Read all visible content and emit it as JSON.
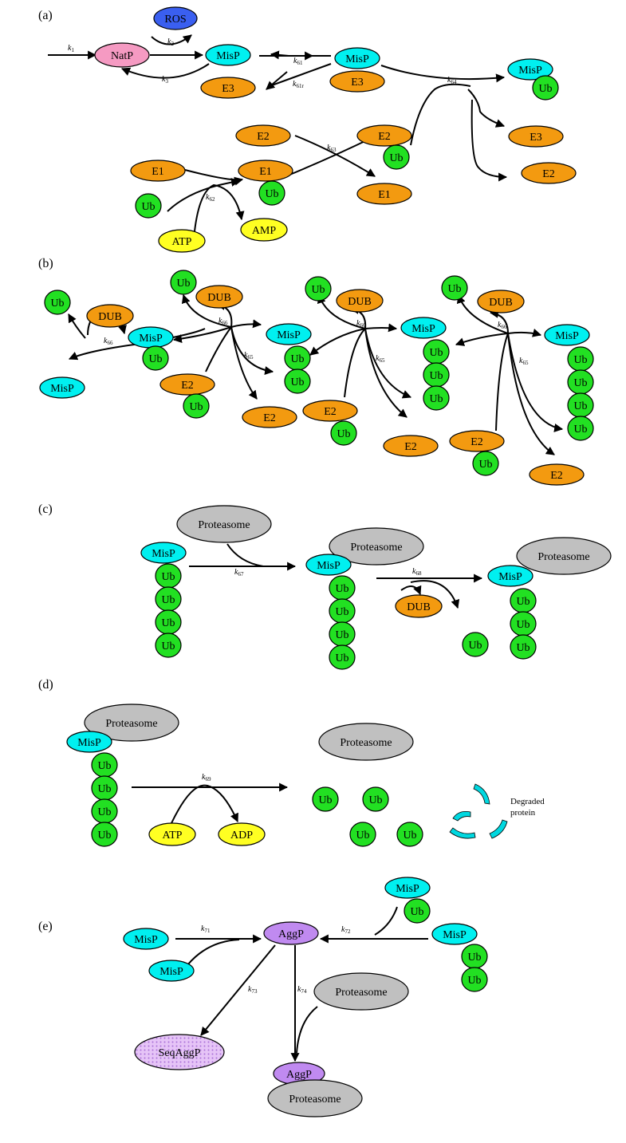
{
  "colors": {
    "MisP": "#00f0f0",
    "Ub": "#22e022",
    "E1": "#f39a10",
    "E2": "#f39a10",
    "E3": "#f39a10",
    "DUB": "#f39a10",
    "NatP": "#f59ac2",
    "ROS": "#3a5ff0",
    "ATP": "#ffff22",
    "AMP": "#ffff22",
    "ADP": "#ffff22",
    "Proteasome": "#c0c0c0",
    "AggP": "#c08af0",
    "SeqAggP": "#e2bdf5",
    "Degraded": "#00d8e0"
  },
  "panels": {
    "a": {
      "label": "(a)",
      "species": {
        "natp": "NatP",
        "ros": "ROS",
        "misp": "MisP",
        "e3": "E3",
        "e2": "E2",
        "e1": "E1",
        "ub": "Ub",
        "atp": "ATP",
        "amp": "AMP"
      },
      "rates": {
        "k1": "k",
        "k1s": "1",
        "k2": "k",
        "k2s": "2",
        "k3": "k",
        "k3s": "3",
        "k61": "k",
        "k61s": "61",
        "k61r": "k",
        "k61rs": "61r",
        "k62": "k",
        "k62s": "62",
        "k63": "k",
        "k63s": "63",
        "k64": "k",
        "k64s": "64"
      }
    },
    "b": {
      "label": "(b)",
      "species": {
        "misp": "MisP",
        "ub": "Ub",
        "dub": "DUB",
        "e2": "E2"
      },
      "rates": {
        "k65": "k",
        "k65s": "65",
        "k66": "k",
        "k66s": "66"
      }
    },
    "c": {
      "label": "(c)",
      "species": {
        "misp": "MisP",
        "ub": "Ub",
        "dub": "DUB",
        "proteasome": "Proteasome"
      },
      "rates": {
        "k67": "k",
        "k67s": "67",
        "k68": "k",
        "k68s": "68"
      }
    },
    "d": {
      "label": "(d)",
      "species": {
        "misp": "MisP",
        "ub": "Ub",
        "atp": "ATP",
        "adp": "ADP",
        "proteasome": "Proteasome"
      },
      "rates": {
        "k69": "k",
        "k69s": "69"
      },
      "degraded_line1": "Degraded",
      "degraded_line2": "protein"
    },
    "e": {
      "label": "(e)",
      "species": {
        "misp": "MisP",
        "ub": "Ub",
        "aggp": "AggP",
        "seqaggp": "SeqAggP",
        "proteasome": "Proteasome"
      },
      "rates": {
        "k71": "k",
        "k71s": "71",
        "k72": "k",
        "k72s": "72",
        "k73": "k",
        "k73s": "73",
        "k74": "k",
        "k74s": "74"
      }
    }
  }
}
